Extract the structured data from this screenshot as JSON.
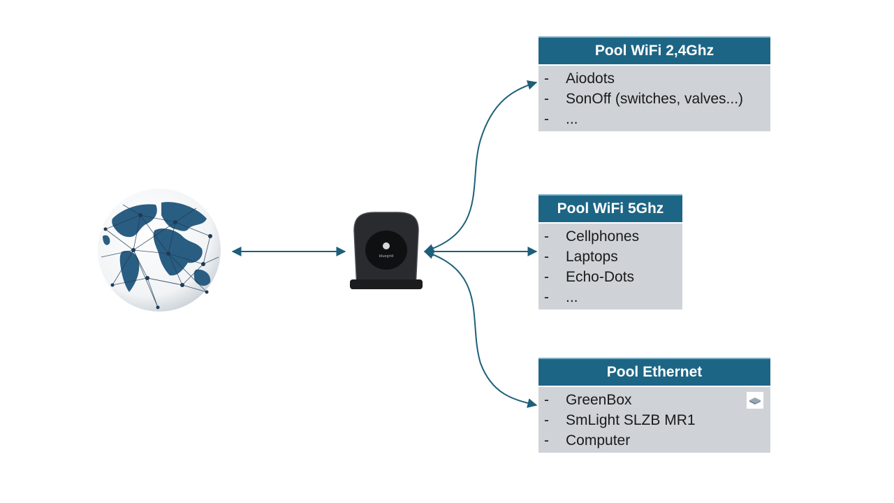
{
  "nodes": {
    "internet": {
      "icon": "globe-network-icon"
    },
    "router": {
      "icon": "router-device-icon",
      "brand": "bluegrid"
    }
  },
  "pools": [
    {
      "title": "Pool WiFi 2,4Ghz",
      "items": [
        "Aiodots",
        "SonOff (switches, valves...)",
        "..."
      ]
    },
    {
      "title": "Pool WiFi 5Ghz",
      "items": [
        "Cellphones",
        "Laptops",
        "Echo-Dots",
        "..."
      ]
    },
    {
      "title": "Pool Ethernet",
      "items": [
        "GreenBox",
        "SmLight SLZB MR1",
        "Computer"
      ],
      "badge_icon": "chip-device-icon"
    }
  ],
  "colors": {
    "header": "#1d6585",
    "body": "#cfd3d8",
    "connector": "#1d5f7a"
  }
}
